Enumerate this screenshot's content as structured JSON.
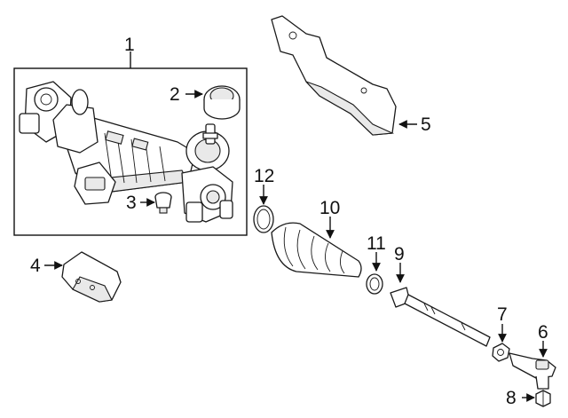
{
  "diagram": {
    "callouts": [
      "1",
      "2",
      "3",
      "4",
      "5",
      "6",
      "7",
      "8",
      "9",
      "10",
      "11",
      "12"
    ]
  },
  "colors": {
    "line": "#1a1a1a",
    "fill": "#ffffff",
    "shade": "#e9e9e9",
    "background": "#ffffff"
  }
}
